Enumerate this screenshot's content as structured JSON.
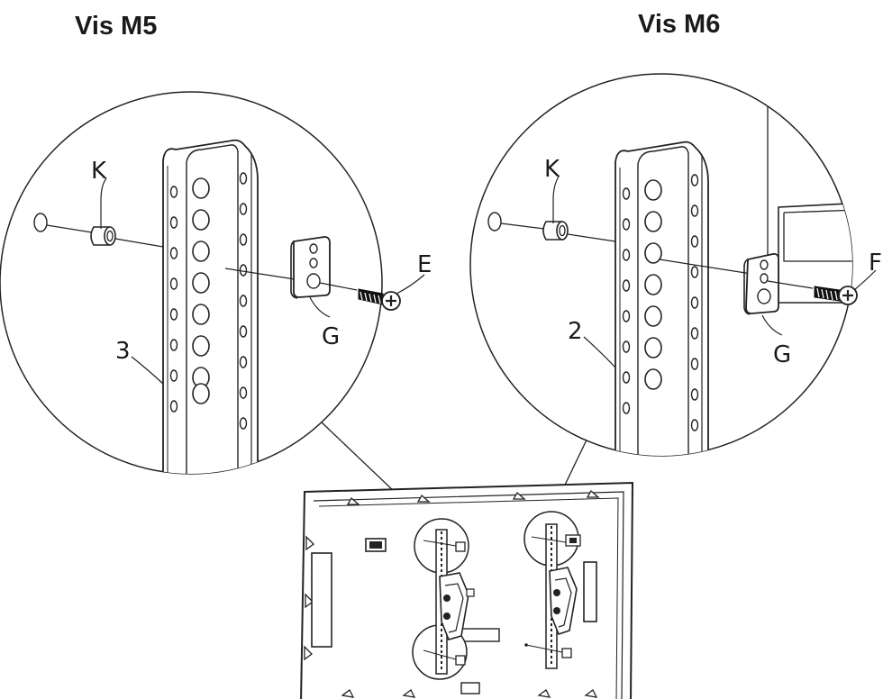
{
  "titles": {
    "left": "Vis M5",
    "right": "Vis M6"
  },
  "left_detail": {
    "part_k": "K",
    "part_e": "E",
    "part_g": "G",
    "part_3": "3"
  },
  "right_detail": {
    "part_k": "K",
    "part_f": "F",
    "part_g": "G",
    "part_2": "2"
  }
}
